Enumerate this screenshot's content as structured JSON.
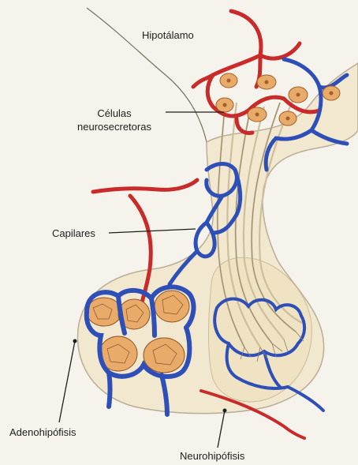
{
  "labels": {
    "hypothalamus": "Hipotálamo",
    "neurosecretory_cells_line1": "Células",
    "neurosecretory_cells_line2": "neurosecretoras",
    "capillaries": "Capilares",
    "adenohypophysis": "Adenohipófisis",
    "neurohypophysis": "Neurohipófisis"
  },
  "colors": {
    "background": "#f6f3ec",
    "tissue": "#f2e8cf",
    "tissue_outline": "#b9ad95",
    "artery": "#c92a2a",
    "vein": "#2f4fb8",
    "cell_fill": "#e9ab6a",
    "axon": "#cdbf9c"
  }
}
